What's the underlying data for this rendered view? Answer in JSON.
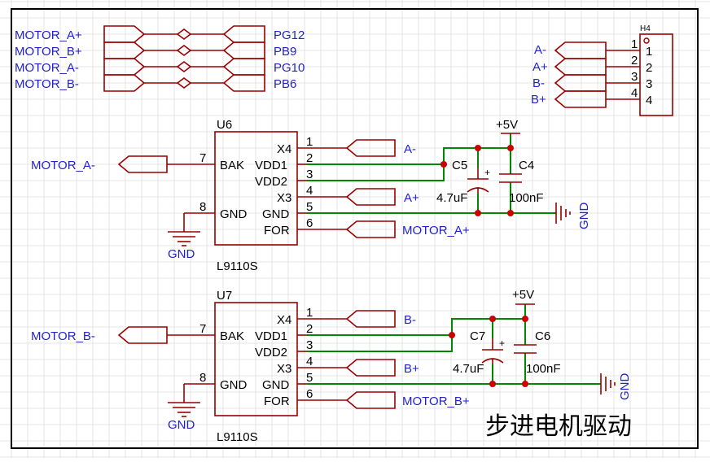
{
  "title": "步进电机驱动",
  "net_ports": {
    "left": [
      "MOTOR_A+",
      "MOTOR_B+",
      "MOTOR_A-",
      "MOTOR_B-"
    ],
    "right": [
      "PG12",
      "PB9",
      "PG10",
      "PB6"
    ]
  },
  "connector": {
    "designator": "H4",
    "nets": [
      "A-",
      "A+",
      "B-",
      "B+"
    ],
    "pin_numbers_outside": [
      "1",
      "2",
      "3",
      "4"
    ],
    "pin_numbers_inside": [
      "1",
      "2",
      "3",
      "4"
    ]
  },
  "drivers": [
    {
      "designator": "U6",
      "part": "L9110S",
      "input_net": "MOTOR_A-",
      "bak_pin": "7",
      "gnd_pin": "8",
      "left_labels": [
        "BAK",
        "GND"
      ],
      "right_labels": [
        "X4",
        "VDD1",
        "VDD2",
        "X3",
        "GND",
        "FOR"
      ],
      "right_pins": [
        "1",
        "2",
        "3",
        "4",
        "5",
        "6"
      ],
      "out_net_x4": "A-",
      "out_net_x3": "A+",
      "for_net": "MOTOR_A+",
      "gnd_label": "GND",
      "supply": "+5V",
      "cap_electrolytic": {
        "ref": "C5",
        "value": "4.7uF",
        "polarity": "+"
      },
      "cap_ceramic": {
        "ref": "C4",
        "value": "100nF"
      },
      "right_gnd": "GND"
    },
    {
      "designator": "U7",
      "part": "L9110S",
      "input_net": "MOTOR_B-",
      "bak_pin": "7",
      "gnd_pin": "8",
      "left_labels": [
        "BAK",
        "GND"
      ],
      "right_labels": [
        "X4",
        "VDD1",
        "VDD2",
        "X3",
        "GND",
        "FOR"
      ],
      "right_pins": [
        "1",
        "2",
        "3",
        "4",
        "5",
        "6"
      ],
      "out_net_x4": "B-",
      "out_net_x3": "B+",
      "for_net": "MOTOR_B+",
      "gnd_label": "GND",
      "supply": "+5V",
      "cap_electrolytic": {
        "ref": "C7",
        "value": "4.7uF",
        "polarity": "+"
      },
      "cap_ceramic": {
        "ref": "C6",
        "value": "100nF"
      },
      "right_gnd": "GND"
    }
  ],
  "colors": {
    "wire": "#008800",
    "symbol": "#990000",
    "net_label": "#2222cc",
    "junction": "#cc0000",
    "grid": "#e4e4e4",
    "frame": "#000000"
  }
}
